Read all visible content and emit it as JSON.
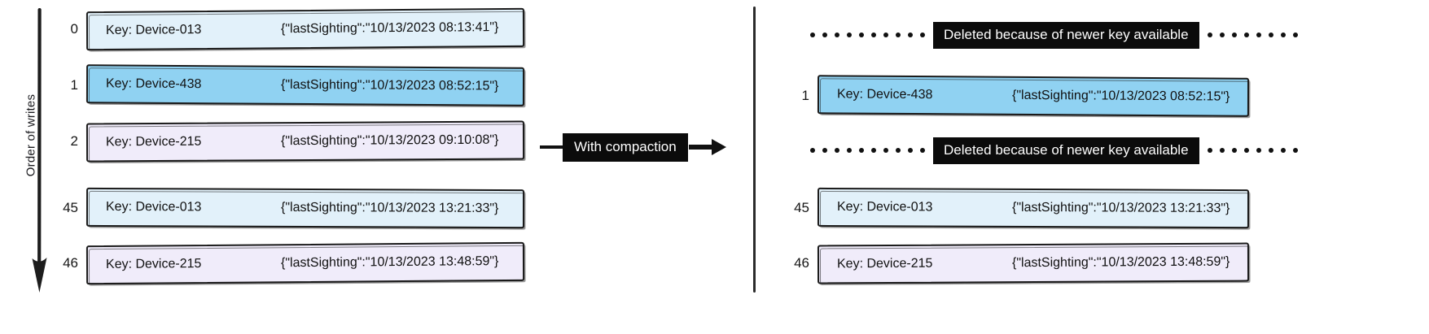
{
  "left_panel": {
    "axis_label": "Order of writes",
    "axis_icon": "down-arrow-icon",
    "rows": [
      {
        "index": "0",
        "key": "Key: Device-013",
        "value": "{\"lastSighting\":\"10/13/2023 08:13:41\"}",
        "fill": "#e2f1fa",
        "fill_name": "light-blue"
      },
      {
        "index": "1",
        "key": "Key: Device-438",
        "value": "{\"lastSighting\":\"10/13/2023 08:52:15\"}",
        "fill": "#90d2f2",
        "fill_name": "blue"
      },
      {
        "index": "2",
        "key": "Key: Device-215",
        "value": "{\"lastSighting\":\"10/13/2023 09:10:08\"}",
        "fill": "#f0ecfa",
        "fill_name": "lavender"
      },
      {
        "index": "45",
        "key": "Key: Device-013",
        "value": "{\"lastSighting\":\"10/13/2023 13:21:33\"}",
        "fill": "#e2f1fa",
        "fill_name": "light-blue"
      },
      {
        "index": "46",
        "key": "Key: Device-215",
        "value": "{\"lastSighting\":\"10/13/2023 13:48:59\"}",
        "fill": "#f0ecfa",
        "fill_name": "lavender"
      }
    ]
  },
  "transform": {
    "label": "With compaction",
    "arrow_icon": "right-arrow-icon"
  },
  "right_panel": {
    "deleted_label": "Deleted because of newer key available",
    "entries": [
      {
        "kind": "deleted",
        "index": "",
        "key": "",
        "value": "",
        "fill": "",
        "fill_name": ""
      },
      {
        "kind": "record",
        "index": "1",
        "key": "Key: Device-438",
        "value": "{\"lastSighting\":\"10/13/2023 08:52:15\"}",
        "fill": "#90d2f2",
        "fill_name": "blue"
      },
      {
        "kind": "deleted",
        "index": "",
        "key": "",
        "value": "",
        "fill": "",
        "fill_name": ""
      },
      {
        "kind": "record",
        "index": "45",
        "key": "Key: Device-013",
        "value": "{\"lastSighting\":\"10/13/2023 13:21:33\"}",
        "fill": "#e2f1fa",
        "fill_name": "light-blue"
      },
      {
        "kind": "record",
        "index": "46",
        "key": "Key: Device-215",
        "value": "{\"lastSighting\":\"10/13/2023 13:48:59\"}",
        "fill": "#f0ecfa",
        "fill_name": "lavender"
      }
    ]
  },
  "colors": {
    "stroke": "#1a1a1a",
    "banner_bg": "#0b0b0b",
    "banner_fg": "#ffffff",
    "light_blue": "#e2f1fa",
    "blue": "#90d2f2",
    "lavender": "#f0ecfa"
  }
}
